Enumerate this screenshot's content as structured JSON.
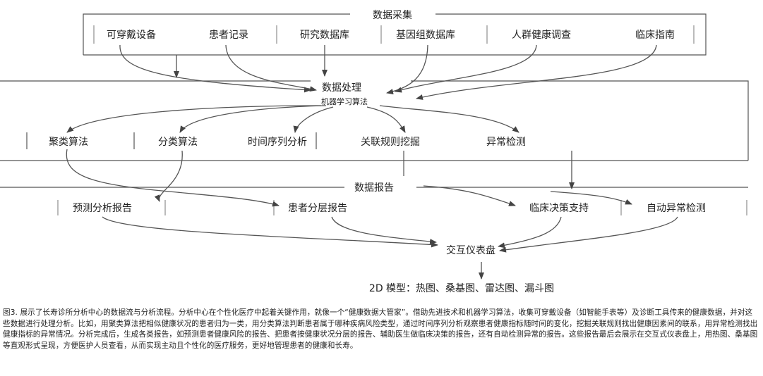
{
  "collection": {
    "title": "数据采集",
    "sources": [
      "可穿戴设备",
      "患者记录",
      "研究数据库",
      "基因组数据库",
      "人群健康调查",
      "临床指南"
    ]
  },
  "processing": {
    "title": "数据处理",
    "subtitle": "机器学习算法",
    "algorithms": [
      "聚类算法",
      "分类算法",
      "时间序列分析",
      "关联规则挖掘",
      "异常检测"
    ]
  },
  "reporting": {
    "title": "数据报告",
    "reports": [
      "预测分析报告",
      "患者分层报告",
      "临床决策支持",
      "自动异常检测"
    ]
  },
  "dashboard": {
    "title": "交互仪表盘",
    "models": "2D 模型：热图、桑基图、雷达图、漏斗图"
  },
  "caption": "图3. 展示了长寿诊所分析中心的数据流与分析流程。分析中心在个性化医疗中起着关键作用，就像一个“健康数据大管家”。借助先进技术和机器学习算法，收集可穿戴设备（如智能手表等）及诊断工具传来的健康数据，并对这些数据进行处理分析。比如，用聚类算法把相似健康状况的患者归为一类，用分类算法判断患者属于哪种疾病风险类型，通过时间序列分析观察患者健康指标随时间的变化，挖掘关联规则找出健康因素间的联系，用异常检测找出健康指标的异常情况。分析完成后，生成各类报告，如预测患者健康风险的报告、把患者按健康状况分层的报告、辅助医生做临床决策的报告，还有自动检测异常的报告。这些报告最后会展示在交互式仪表盘上，用热图、桑基图等直观形式呈现，方便医护人员查看，从而实现主动且个性化的医疗服务，更好地管理患者的健康和长寿。"
}
